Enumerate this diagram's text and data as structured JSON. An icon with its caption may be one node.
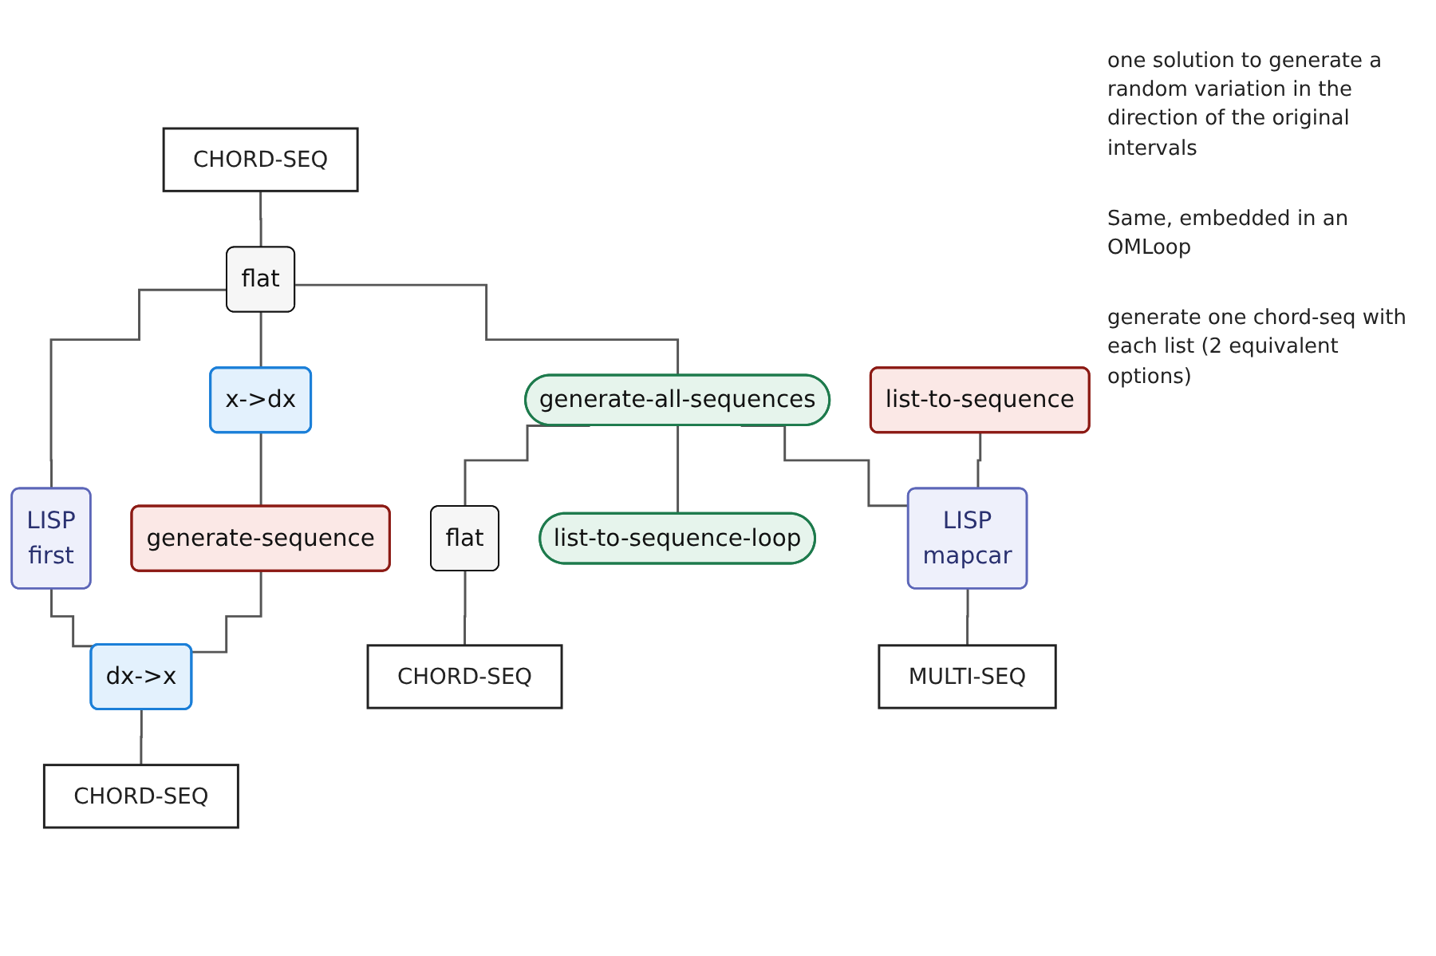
{
  "diagram": {
    "nodes": [
      {
        "text": [
          "CHORD-SEQ"
        ]
      },
      {
        "text": [
          "flat"
        ]
      },
      {
        "text": [
          "LISP",
          "first"
        ]
      },
      {
        "text": [
          "x->dx"
        ]
      },
      {
        "text": [
          "generate-all-sequences"
        ]
      },
      {
        "text": [
          "generate-sequence"
        ]
      },
      {
        "text": [
          "flat"
        ]
      },
      {
        "text": [
          "list-to-sequence"
        ]
      },
      {
        "text": [
          "list-to-sequence-loop"
        ]
      },
      {
        "text": [
          "dx->x"
        ]
      },
      {
        "text": [
          "LISP",
          "mapcar"
        ]
      },
      {
        "text": [
          "CHORD-SEQ"
        ]
      },
      {
        "text": [
          "CHORD-SEQ"
        ]
      },
      {
        "text": [
          "MULTI-SEQ"
        ]
      }
    ],
    "edges": [
      {
        "from": 0,
        "to": 1,
        "arrow": "none"
      },
      {
        "from": 1,
        "to": 2,
        "arrow": "none"
      },
      {
        "from": 1,
        "to": 3,
        "arrow": "none"
      },
      {
        "from": 1,
        "to": 4,
        "arrow": "none"
      },
      {
        "from": 2,
        "to": 9,
        "arrow": "none"
      },
      {
        "from": 3,
        "to": 5,
        "arrow": "none"
      },
      {
        "from": 4,
        "to": 6,
        "arrow": "none"
      },
      {
        "from": 4,
        "to": 8,
        "arrow": "none"
      },
      {
        "from": 4,
        "to": 10,
        "arrow": "none"
      },
      {
        "from": 5,
        "to": 9,
        "arrow": "none"
      },
      {
        "from": 6,
        "to": 11,
        "arrow": "none"
      },
      {
        "from": 7,
        "to": 10,
        "arrow": "none"
      },
      {
        "from": 9,
        "to": 12,
        "arrow": "none"
      },
      {
        "from": 10,
        "to": 13,
        "arrow": "none"
      }
    ],
    "labels": [
      "one solution to generate a random variation in the direction of the original intervals",
      "Same, embedded in an OMLoop",
      "generate one chord-seq with each list (2 equivalent options)"
    ]
  }
}
